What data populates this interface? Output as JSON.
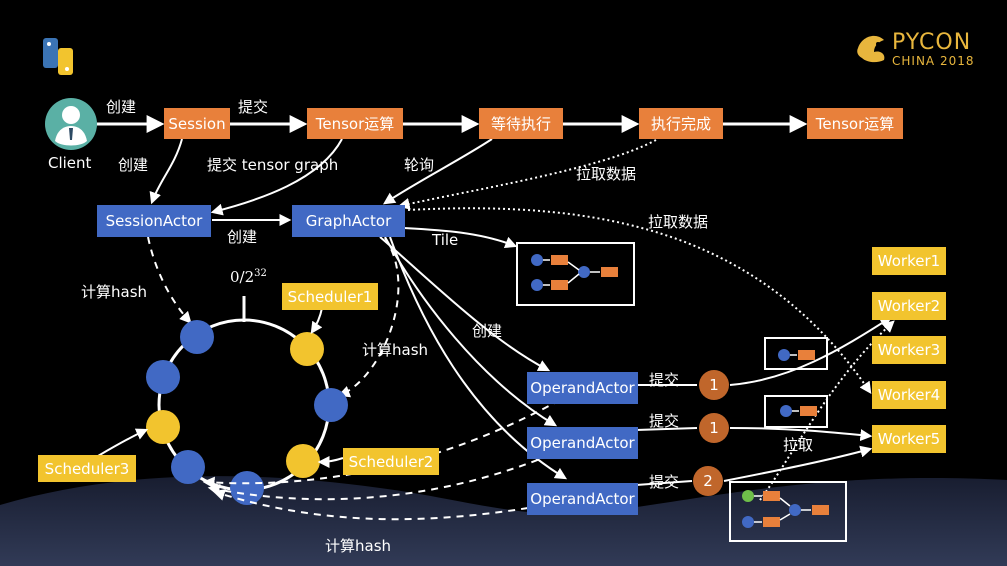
{
  "brand": {
    "name": "PYCON",
    "subtitle": "CHINA 2018"
  },
  "client": {
    "label": "Client"
  },
  "flow": {
    "session": "Session",
    "tensor_op": "Tensor运算",
    "wait": "等待执行",
    "done": "执行完成",
    "tensor_result": "Tensor运算"
  },
  "actors": {
    "session_actor": "SessionActor",
    "graph_actor": "GraphActor",
    "operand_actors": [
      "OperandActor",
      "OperandActor",
      "OperandActor"
    ]
  },
  "schedulers": [
    "Scheduler1",
    "Scheduler2",
    "Scheduler3"
  ],
  "workers": [
    "Worker1",
    "Worker2",
    "Worker3",
    "Worker4",
    "Worker5"
  ],
  "ring_label": {
    "base": "0/2",
    "exp": "32"
  },
  "labels": {
    "create_1": "创建",
    "submit_1": "提交",
    "create_2": "创建",
    "submit_graph": "提交 tensor graph",
    "poll": "轮询",
    "fetch_1": "拉取数据",
    "fetch_2": "拉取数据",
    "create_3": "创建",
    "tile": "Tile",
    "hash_1": "计算hash",
    "hash_2": "计算hash",
    "hash_3": "计算hash",
    "create_4": "创建",
    "submit_a": "提交",
    "submit_b": "提交",
    "submit_c": "提交",
    "pull": "拉取"
  },
  "badges": [
    "1",
    "1",
    "2"
  ],
  "colors": {
    "flow_box": "#e8803b",
    "actor_box": "#4169c4",
    "scheduler": "#f2c42e",
    "ring_node_blue": "#4169c4",
    "ring_node_yellow": "#f2c42e",
    "badge": "#c0662b",
    "brand": "#e8b63d"
  },
  "icons": [
    "python-logo-icon",
    "client-user-icon",
    "pycon-dragon-logo-icon"
  ]
}
